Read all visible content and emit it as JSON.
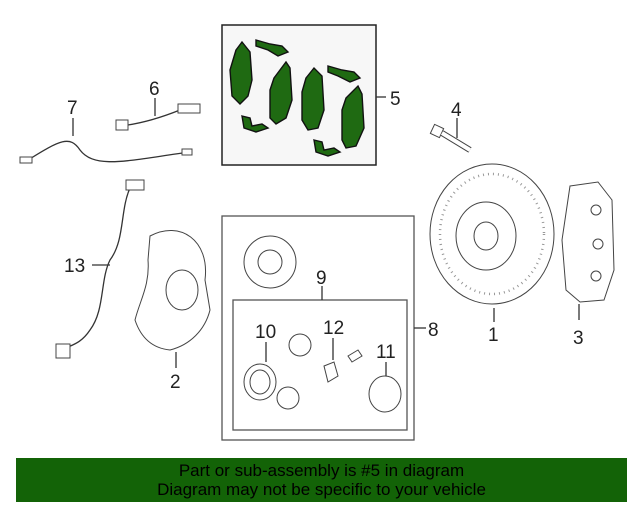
{
  "callouts": {
    "c1": "1",
    "c2": "2",
    "c3": "3",
    "c4": "4",
    "c5": "5",
    "c6": "6",
    "c7": "7",
    "c8": "8",
    "c9": "9",
    "c10": "10",
    "c11": "11",
    "c12": "12",
    "c13": "13"
  },
  "highlight_color": "#1f6a12",
  "banner": {
    "line1": "Part or sub-assembly is #5 in diagram",
    "line2": "Diagram may not be specific to your vehicle",
    "background": "#136307"
  }
}
